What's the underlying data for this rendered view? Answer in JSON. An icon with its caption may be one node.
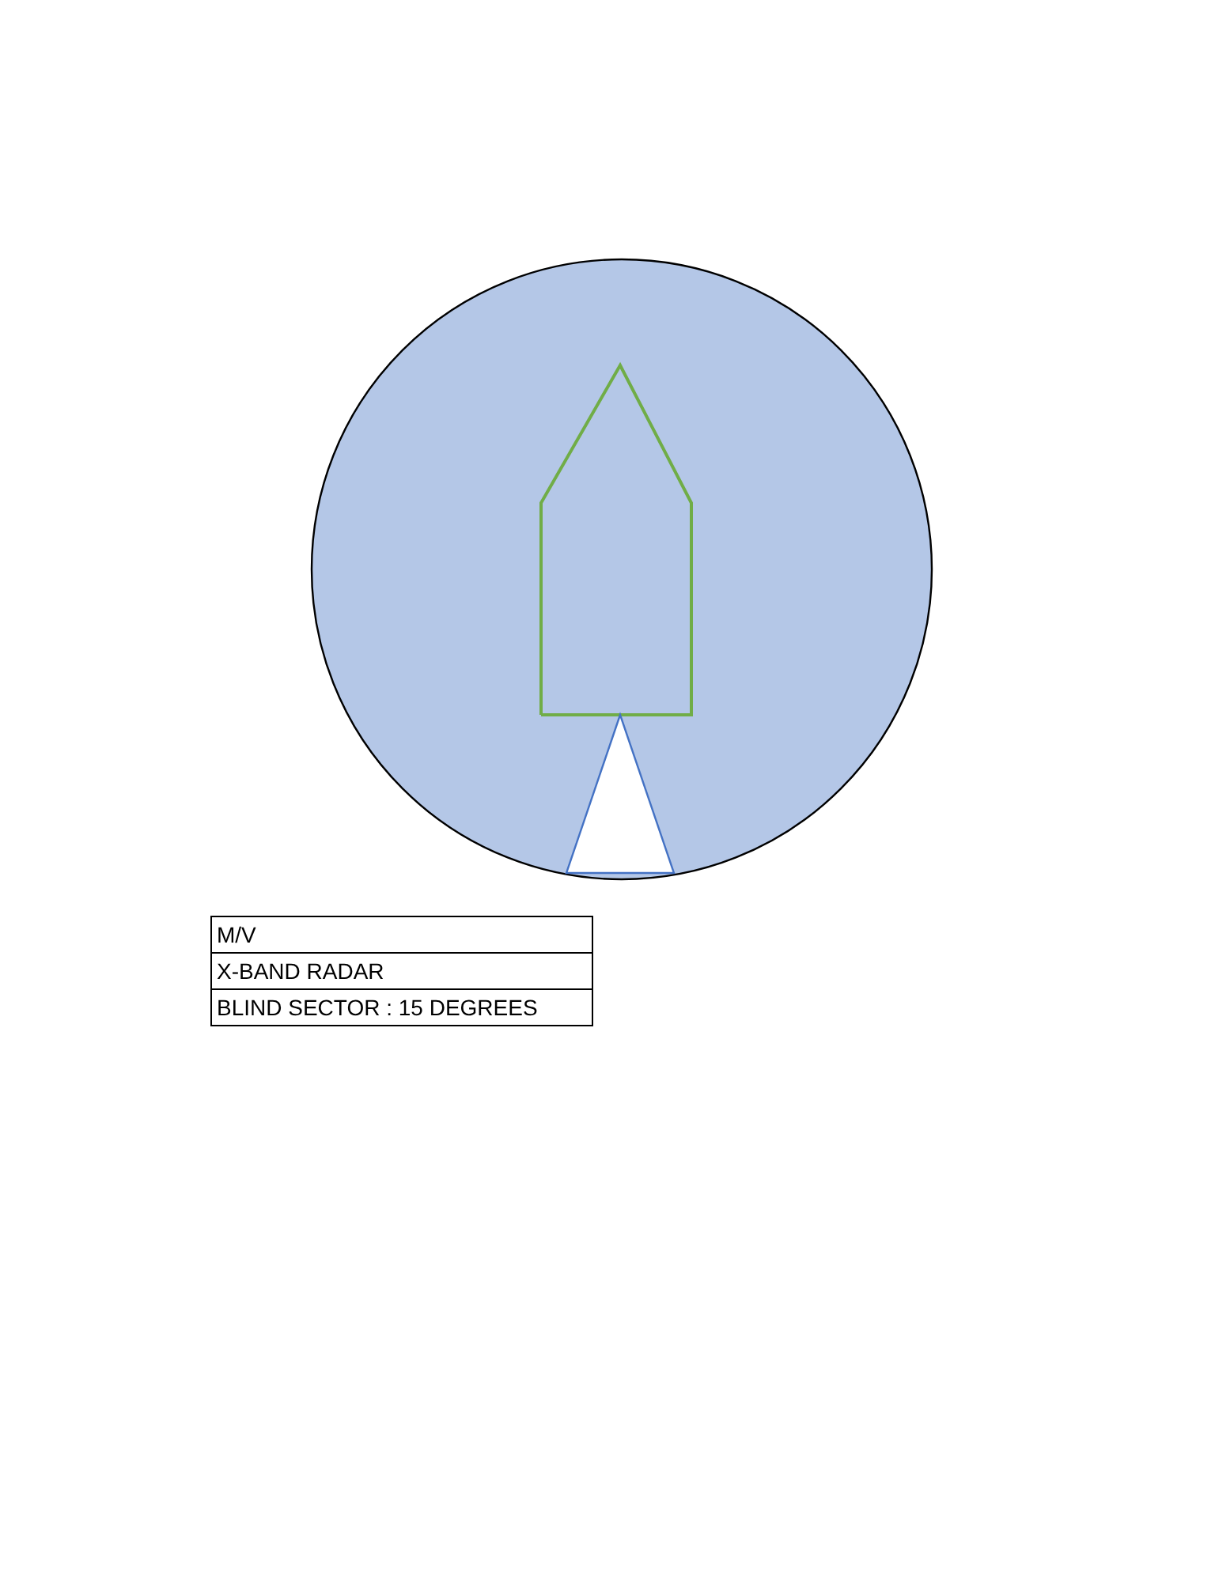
{
  "diagram": {
    "labels": [
      "M/V",
      "X-BAND RADAR",
      "BLIND SECTOR : 15 DEGREES"
    ]
  }
}
